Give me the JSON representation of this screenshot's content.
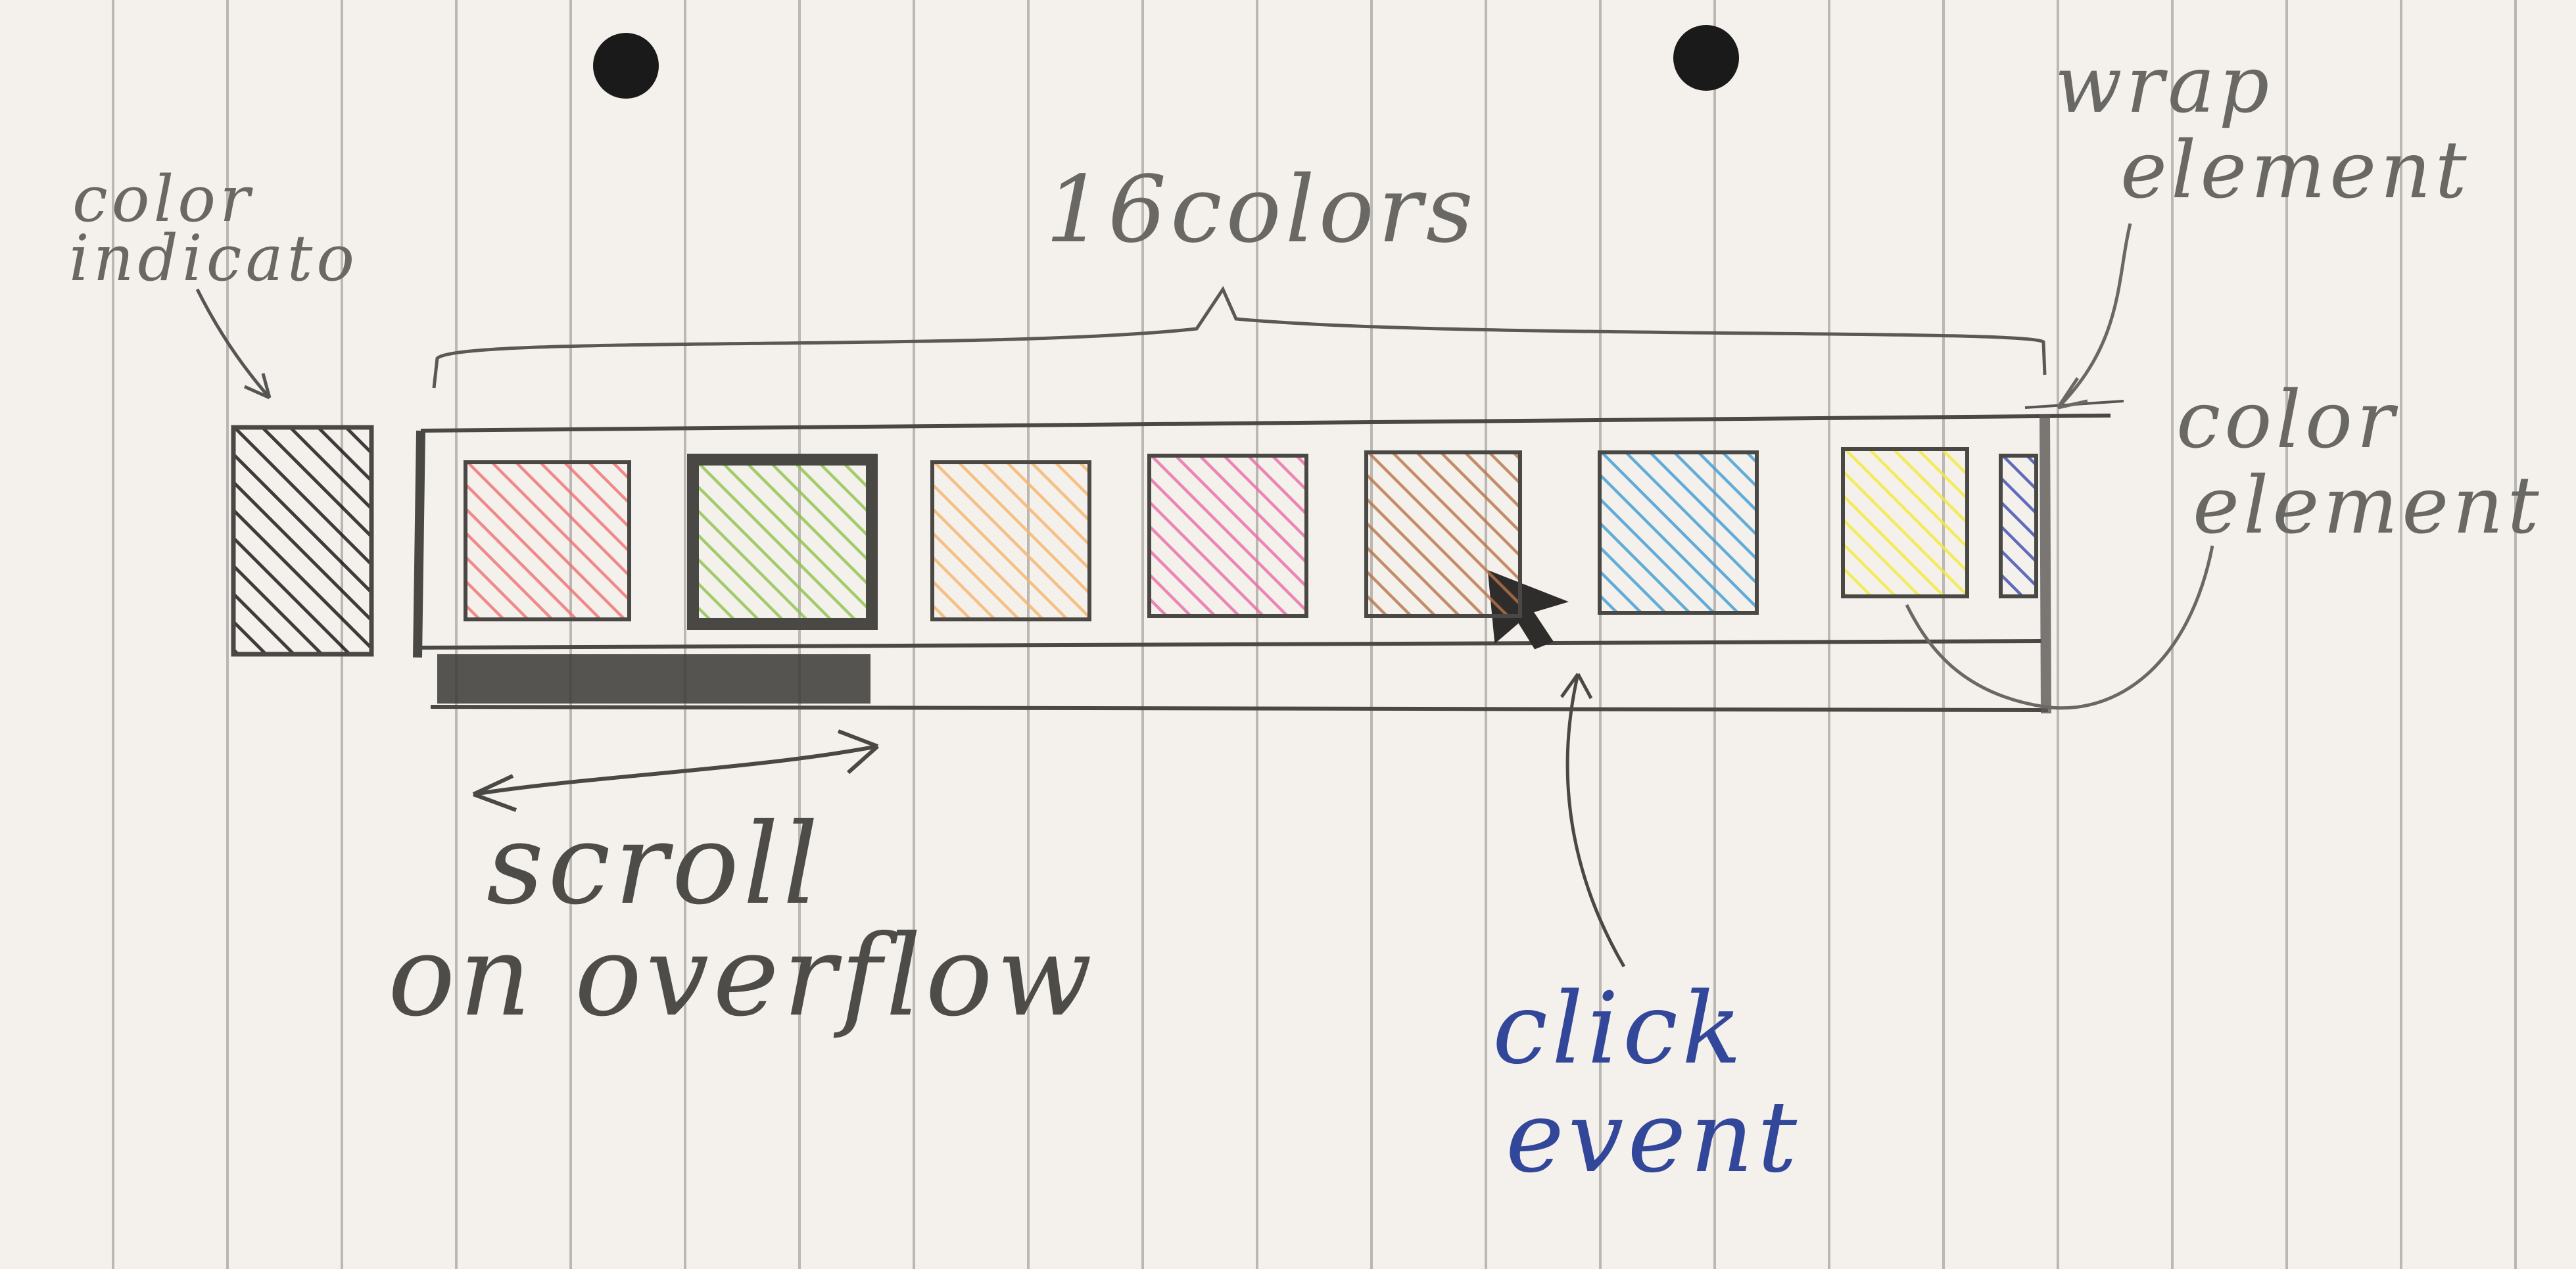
{
  "annotations": {
    "color_indicator": [
      "color",
      "indicato"
    ],
    "colors_count": "16colors",
    "wrap_element": [
      "wrap",
      "element"
    ],
    "color_element": [
      "color",
      "element"
    ],
    "scroll": [
      "scroll",
      "on overflow"
    ],
    "click_event": [
      "click",
      "event"
    ]
  },
  "colors": {
    "indicator": "#8bc34a",
    "swatches": [
      {
        "name": "red",
        "hex": "#ef6f6f",
        "selected": false
      },
      {
        "name": "green",
        "hex": "#8bc34a",
        "selected": true
      },
      {
        "name": "orange",
        "hex": "#f7b36a",
        "selected": false
      },
      {
        "name": "pink",
        "hex": "#e86aa6",
        "selected": false
      },
      {
        "name": "brown",
        "hex": "#b87348",
        "selected": false
      },
      {
        "name": "blue",
        "hex": "#3e9bd6",
        "selected": false
      },
      {
        "name": "yellow",
        "hex": "#f3ea3a",
        "selected": false
      },
      {
        "name": "navy",
        "hex": "#3a4bb0",
        "selected": false
      }
    ],
    "scrollbar": "#3a3836",
    "pencil": "#4a4845",
    "ink_blue": "#33479a"
  },
  "scroll_position": 0.27
}
